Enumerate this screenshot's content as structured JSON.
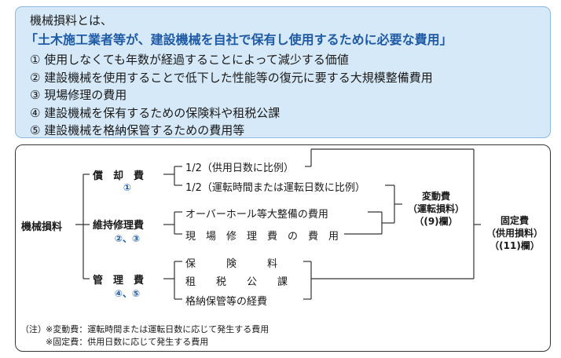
{
  "definition": {
    "intro": "機械損料とは、",
    "headline": "「土木施工業者等が、建設機械を自社で保有し使用するために必要な費用」",
    "items": [
      "① 使用しなくても年数が経過することによって減少する価値",
      "② 建設機械を使用することで低下した性能等の復元に要する大規模整備費用",
      "③ 現場修理の費用",
      "④ 建設機械を保有するための保険料や租税公課",
      "⑤ 建設機械を格納保管するための費用等"
    ]
  },
  "diagram": {
    "root": "機械損料",
    "groups": [
      {
        "name": "償　却　費",
        "ref": "①",
        "leaves": [
          "1/2（供用日数に比例）",
          "1/2（運転時間または運転日数に比例）"
        ]
      },
      {
        "name": "維持修理費",
        "ref": "②、③",
        "leaves": [
          "オーバーホール等大整備の費用",
          "現　場　修　理　費　の　費　用"
        ]
      },
      {
        "name": "管　理　費",
        "ref": "④、⑤",
        "leaves": [
          "保　　　険　　　料",
          "租　　税　　公　　課",
          "格納保管等の経費"
        ]
      }
    ],
    "variable": {
      "line1": "変動費",
      "line2": "（運転損料）",
      "line3": "（(9)欄）"
    },
    "fixed": {
      "line1": "固定費",
      "line2": "（供用損料）",
      "line3": "（(11)欄）"
    }
  },
  "notes": {
    "prefix": "（注）",
    "line1": "※変動費：運転時間または運転日数に応じて発生する費用",
    "line2": "※固定費：供用日数に応じて発生する費用"
  }
}
